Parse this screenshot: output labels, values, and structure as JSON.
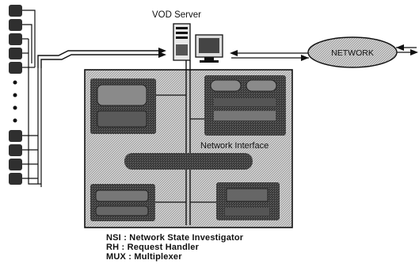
{
  "server_label": "VOD Server",
  "network_label": "NETWORK",
  "network_interface_label": "Network Interface",
  "legend": [
    "NSI : Network State Investigator",
    "RH : Request Handler",
    "MUX : Multiplexer"
  ],
  "colors": {
    "ink": "#111111",
    "panel": "#cfcfcf",
    "module": "#3a3a3a",
    "network": "#bdbdbd"
  }
}
